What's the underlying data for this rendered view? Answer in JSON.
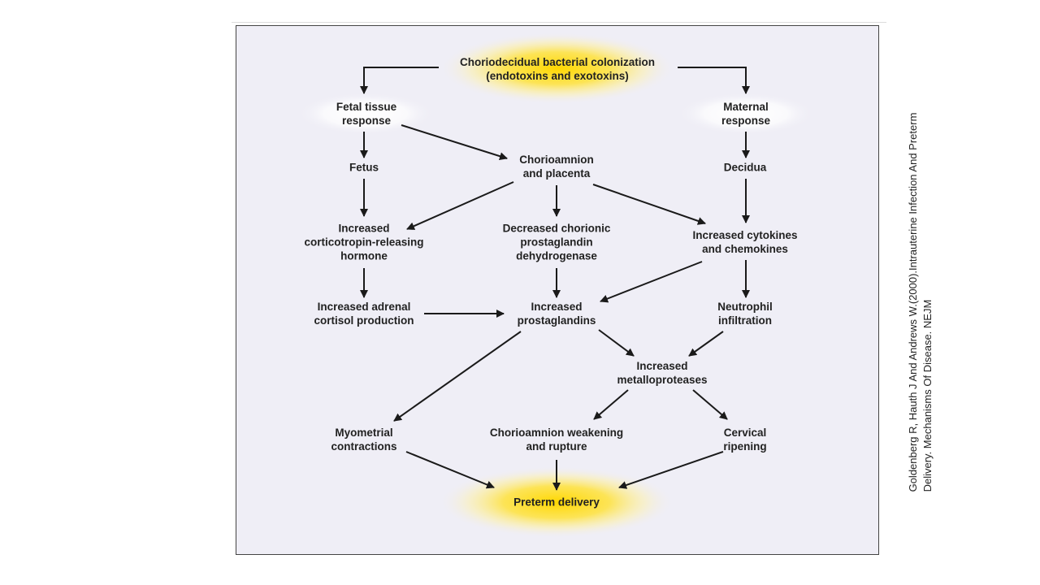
{
  "colors": {
    "frame_background": "#efeef6",
    "frame_border": "#444444",
    "highlight_glow": "#ffd700",
    "arrow": "#1a1a1a",
    "text": "#222222"
  },
  "nodes": {
    "colonization": [
      "Choriodecidual bacterial colonization",
      "(endotoxins and exotoxins)"
    ],
    "fetal_response": [
      "Fetal tissue",
      "response"
    ],
    "maternal_response": [
      "Maternal",
      "response"
    ],
    "fetus": [
      "Fetus"
    ],
    "chorioamnion_placenta": [
      "Chorioamnion",
      "and placenta"
    ],
    "decidua": [
      "Decidua"
    ],
    "crh": [
      "Increased",
      "corticotropin-releasing",
      "hormone"
    ],
    "dehydrogenase": [
      "Decreased chorionic",
      "prostaglandin",
      "dehydrogenase"
    ],
    "cytokines": [
      "Increased cytokines",
      "and chemokines"
    ],
    "cortisol": [
      "Increased adrenal",
      "cortisol production"
    ],
    "prostaglandins": [
      "Increased",
      "prostaglandins"
    ],
    "neutrophil": [
      "Neutrophil",
      "infiltration"
    ],
    "metalloproteases": [
      "Increased",
      "metalloproteases"
    ],
    "myometrial": [
      "Myometrial",
      "contractions"
    ],
    "rupture": [
      "Chorioamnion weakening",
      "and rupture"
    ],
    "cervical": [
      "Cervical",
      "ripening"
    ],
    "preterm": [
      "Preterm delivery"
    ]
  },
  "citation": [
    "Goldenberg R, Hauth J And Andrews W.(2000).Intrauterine Infection And Preterm",
    "Delivery. Mechanisms Of Disease. NEJM"
  ]
}
